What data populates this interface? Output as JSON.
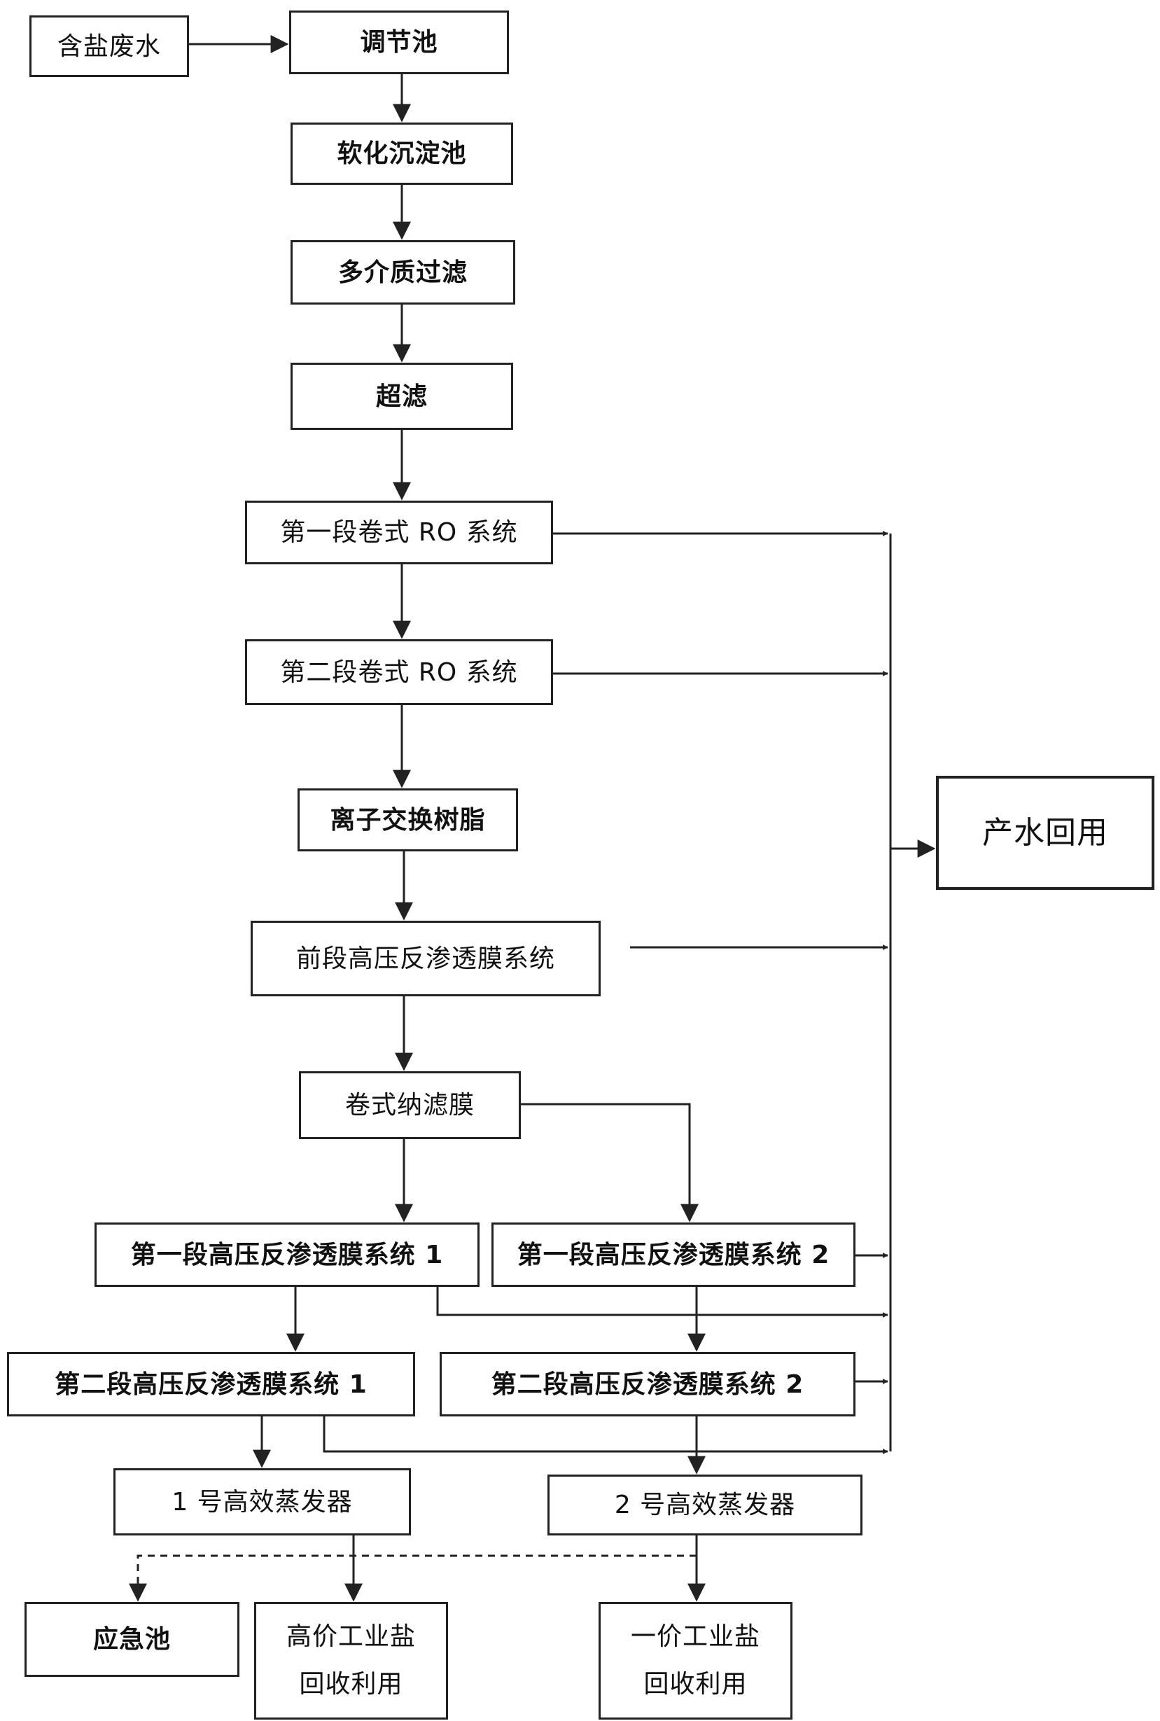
{
  "nodes": {
    "wastewater": "含盐废水",
    "regulating_tank": "调节池",
    "softening_tank": "软化沉淀池",
    "multimedia_filter": "多介质过滤",
    "ultrafiltration": "超滤",
    "ro_stage1": "第一段卷式 RO 系统",
    "ro_stage2": "第二段卷式 RO 系统",
    "ion_exchange": "离子交换树脂",
    "front_hpro": "前段高压反渗透膜系统",
    "nanofiltration": "卷式纳滤膜",
    "hpro_s1_1": "第一段高压反渗透膜系统 1",
    "hpro_s1_2": "第一段高压反渗透膜系统 2",
    "hpro_s2_1": "第二段高压反渗透膜系统 1",
    "hpro_s2_2": "第二段高压反渗透膜系统 2",
    "evaporator1": "1 号高效蒸发器",
    "evaporator2": "2 号高效蒸发器",
    "emergency_tank": "应急池",
    "salt_high_line1": "高价工业盐",
    "salt_high_line2": "回收利用",
    "salt_mono_line1": "一价工业盐",
    "salt_mono_line2": "回收利用",
    "water_reuse": "产水回用"
  }
}
